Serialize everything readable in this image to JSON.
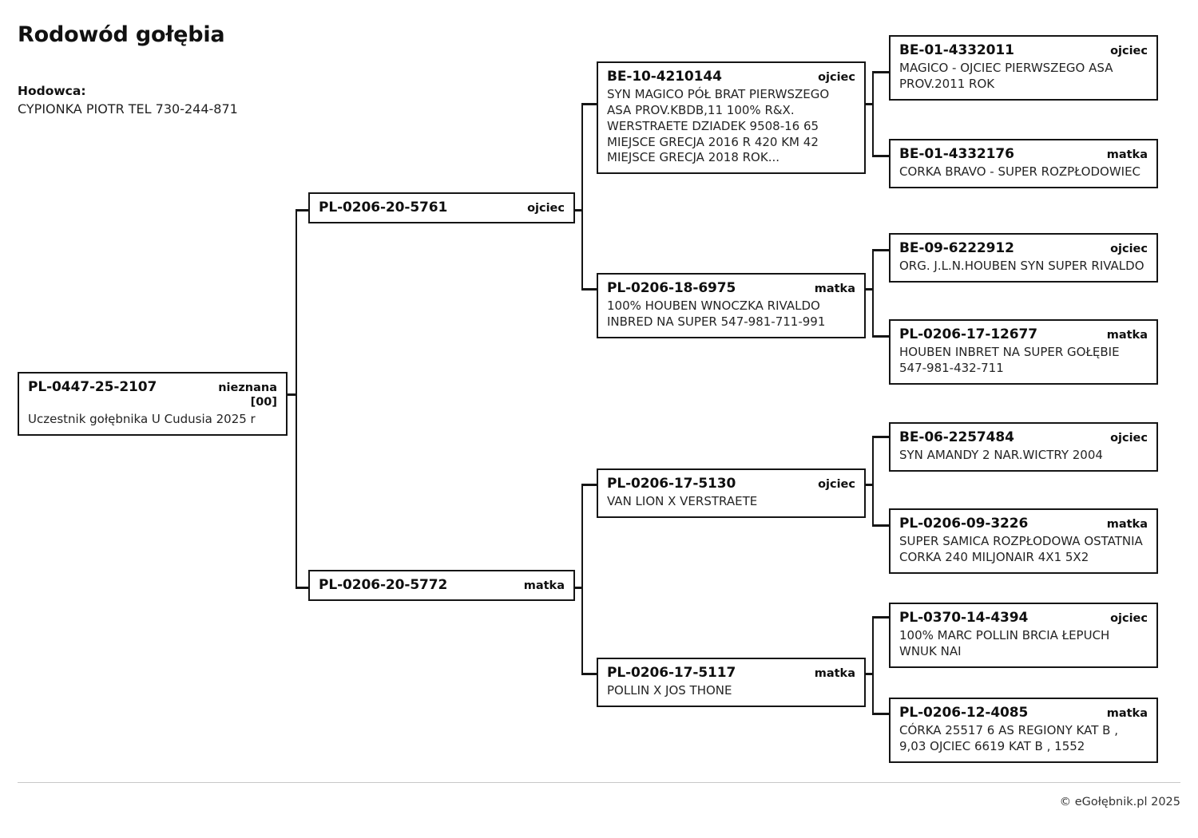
{
  "header": {
    "title": "Rodowód gołębia",
    "breeder_label": "Hodowca:",
    "breeder_name": "CYPIONKA PIOTR TEL 730-244-871"
  },
  "footer": {
    "copyright": "© eGołębnik.pl 2025"
  },
  "roles": {
    "father": "ojciec",
    "mother": "matka",
    "unknown": "nieznana"
  },
  "pedigree": {
    "root": {
      "id": "PL-0447-25-2107",
      "role": "nieznana",
      "role_extra": "[00]",
      "desc": "Uczestnik gołębnika U Cudusia 2025 r"
    },
    "gen1": [
      {
        "id": "PL-0206-20-5761",
        "role": "ojciec",
        "desc": ""
      },
      {
        "id": "PL-0206-20-5772",
        "role": "matka",
        "desc": ""
      }
    ],
    "gen2": [
      {
        "id": "BE-10-4210144",
        "role": "ojciec",
        "desc": "SYN MAGICO PÓŁ BRAT PIERWSZEGO ASA PROV.KBDB,11 100% R&X. WERSTRAETE DZIADEK 9508-16 65 MIEJSCE GRECJA 2016 R 420 KM 42 MIEJSCE GRECJA 2018 ROK..."
      },
      {
        "id": "PL-0206-18-6975",
        "role": "matka",
        "desc": "100% HOUBEN WNOCZKA RIVALDO INBRED NA SUPER 547-981-711-991"
      },
      {
        "id": "PL-0206-17-5130",
        "role": "ojciec",
        "desc": "VAN LION X VERSTRAETE"
      },
      {
        "id": "PL-0206-17-5117",
        "role": "matka",
        "desc": "POLLIN X JOS THONE"
      }
    ],
    "gen3": [
      {
        "id": "BE-01-4332011",
        "role": "ojciec",
        "desc": "MAGICO - OJCIEC PIERWSZEGO ASA PROV.2011 ROK"
      },
      {
        "id": "BE-01-4332176",
        "role": "matka",
        "desc": "CORKA BRAVO - SUPER ROZPŁODOWIEC"
      },
      {
        "id": "BE-09-6222912",
        "role": "ojciec",
        "desc": "ORG. J.L.N.HOUBEN SYN SUPER RIVALDO"
      },
      {
        "id": "PL-0206-17-12677",
        "role": "matka",
        "desc": "HOUBEN INBRET NA SUPER GOŁĘBIE 547-981-432-711"
      },
      {
        "id": "BE-06-2257484",
        "role": "ojciec",
        "desc": "SYN AMANDY 2 NAR.WICTRY 2004"
      },
      {
        "id": "PL-0206-09-3226",
        "role": "matka",
        "desc": "SUPER SAMICA ROZPŁODOWA OSTATNIA CORKA 240 MILJONAIR 4X1 5X2"
      },
      {
        "id": "PL-0370-14-4394",
        "role": "ojciec",
        "desc": "100% MARC POLLIN BRCIA ŁEPUCH WNUK NAI"
      },
      {
        "id": "PL-0206-12-4085",
        "role": "matka",
        "desc": "CÓRKA 25517 6 AS REGIONY KAT B , 9,03 OJCIEC 6619 KAT B , 1552"
      }
    ]
  }
}
